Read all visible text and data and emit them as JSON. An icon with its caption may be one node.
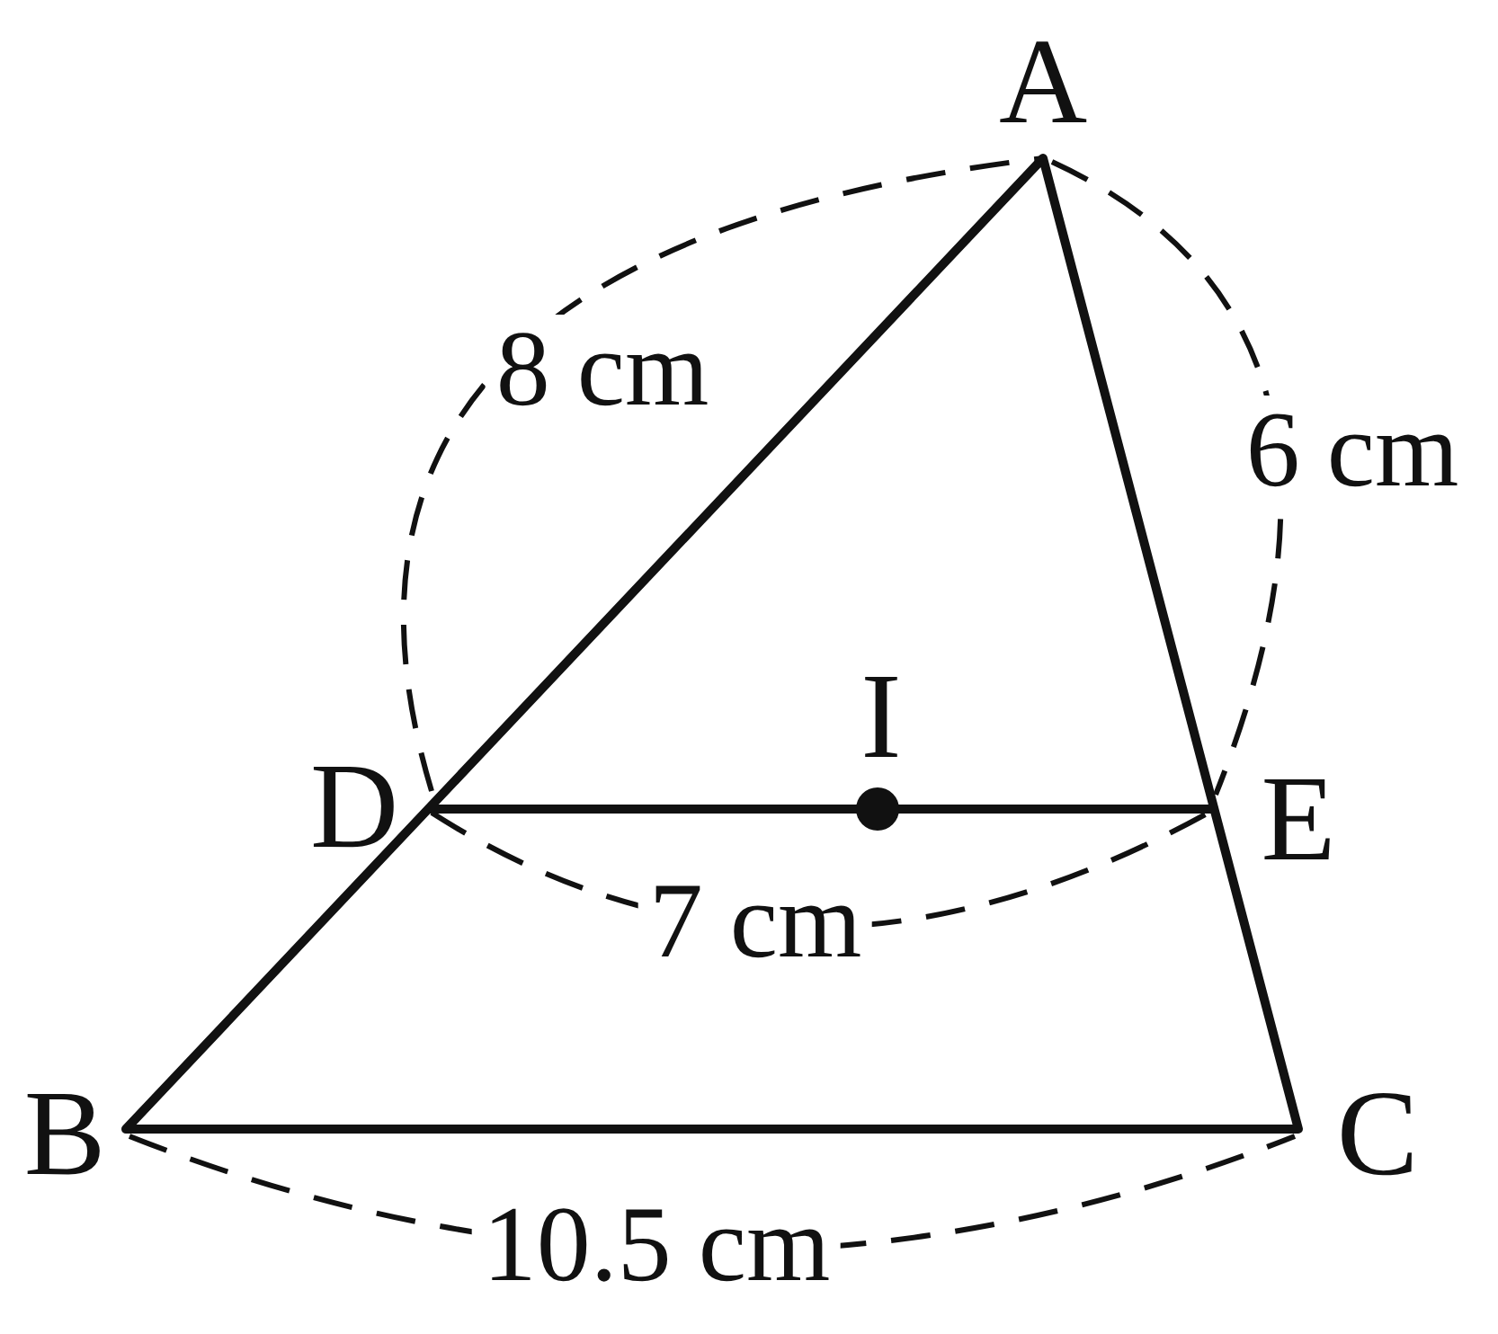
{
  "diagram": {
    "labels": [
      "A",
      "8 cm",
      "6 cm",
      "I",
      "D",
      "E",
      "7 cm",
      "B",
      "C",
      "10.5 cm"
    ]
  }
}
